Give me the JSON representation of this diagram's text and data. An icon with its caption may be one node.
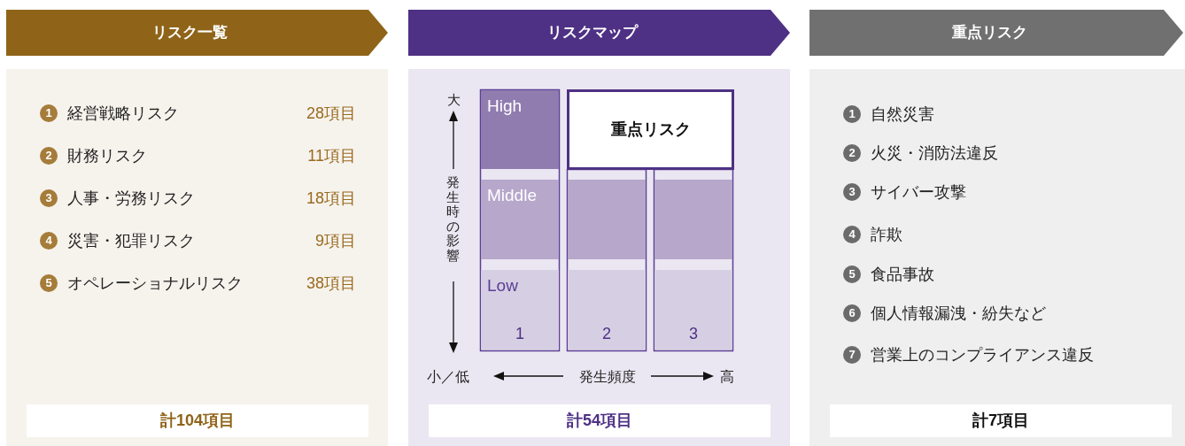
{
  "diagram": {
    "nodes": [
      {
        "text": [
          "リスク一覧"
        ]
      },
      {
        "text": [
          "リスクマップ"
        ]
      },
      {
        "text": [
          "重点リスク"
        ]
      },
      {
        "text": [],
        "shape": "box"
      },
      {
        "text": [
          "1"
        ],
        "in": 3
      },
      {
        "text": [
          "2"
        ],
        "in": 3
      },
      {
        "text": [
          "3"
        ],
        "in": 3
      },
      {
        "text": [
          "4"
        ],
        "in": 3
      },
      {
        "text": [
          "5"
        ],
        "in": 3
      },
      {
        "text": [
          "計104項目"
        ],
        "in": 3
      },
      {
        "text": [],
        "shape": "box"
      },
      {
        "text": [
          "High"
        ],
        "in": 10
      },
      {
        "text": [
          "重点リスク"
        ],
        "in": 10
      },
      {
        "text": [
          "Middle"
        ],
        "in": 10
      },
      {
        "text": [],
        "shape": "box",
        "in": 10
      },
      {
        "text": [],
        "shape": "box",
        "in": 10
      },
      {
        "text": [
          "Low",
          "1"
        ],
        "in": 10
      },
      {
        "text": [
          "2"
        ],
        "in": 10
      },
      {
        "text": [
          "3"
        ],
        "in": 10
      },
      {
        "text": [
          "計54項目"
        ],
        "in": 10
      },
      {
        "text": [],
        "shape": "box"
      },
      {
        "text": [
          "1"
        ],
        "in": 20
      },
      {
        "text": [
          "2"
        ],
        "in": 20
      },
      {
        "text": [
          "3"
        ],
        "in": 20
      },
      {
        "text": [
          "4"
        ],
        "in": 20
      },
      {
        "text": [
          "5"
        ],
        "in": 20
      },
      {
        "text": [
          "6"
        ],
        "in": 20
      },
      {
        "text": [
          "7"
        ],
        "in": 20
      },
      {
        "text": [
          "計7項目"
        ],
        "in": 20
      }
    ],
    "labels": [
      "経営戦略リスク",
      "28項目",
      "財務リスク",
      "11項目",
      "人事・労務リスク",
      "18項目",
      "災害・犯罪リスク",
      "9項目",
      "オペレーショナルリスク",
      "38項目",
      "大",
      "発生時の影響",
      "小／低",
      "発生頻度",
      "高",
      "自然災害",
      "火災・消防法違反",
      "サイバー攻撃",
      "詐欺",
      "食品事故",
      "個人情報漏洩・紛失など",
      "営業上のコンプライアンス違反"
    ]
  }
}
